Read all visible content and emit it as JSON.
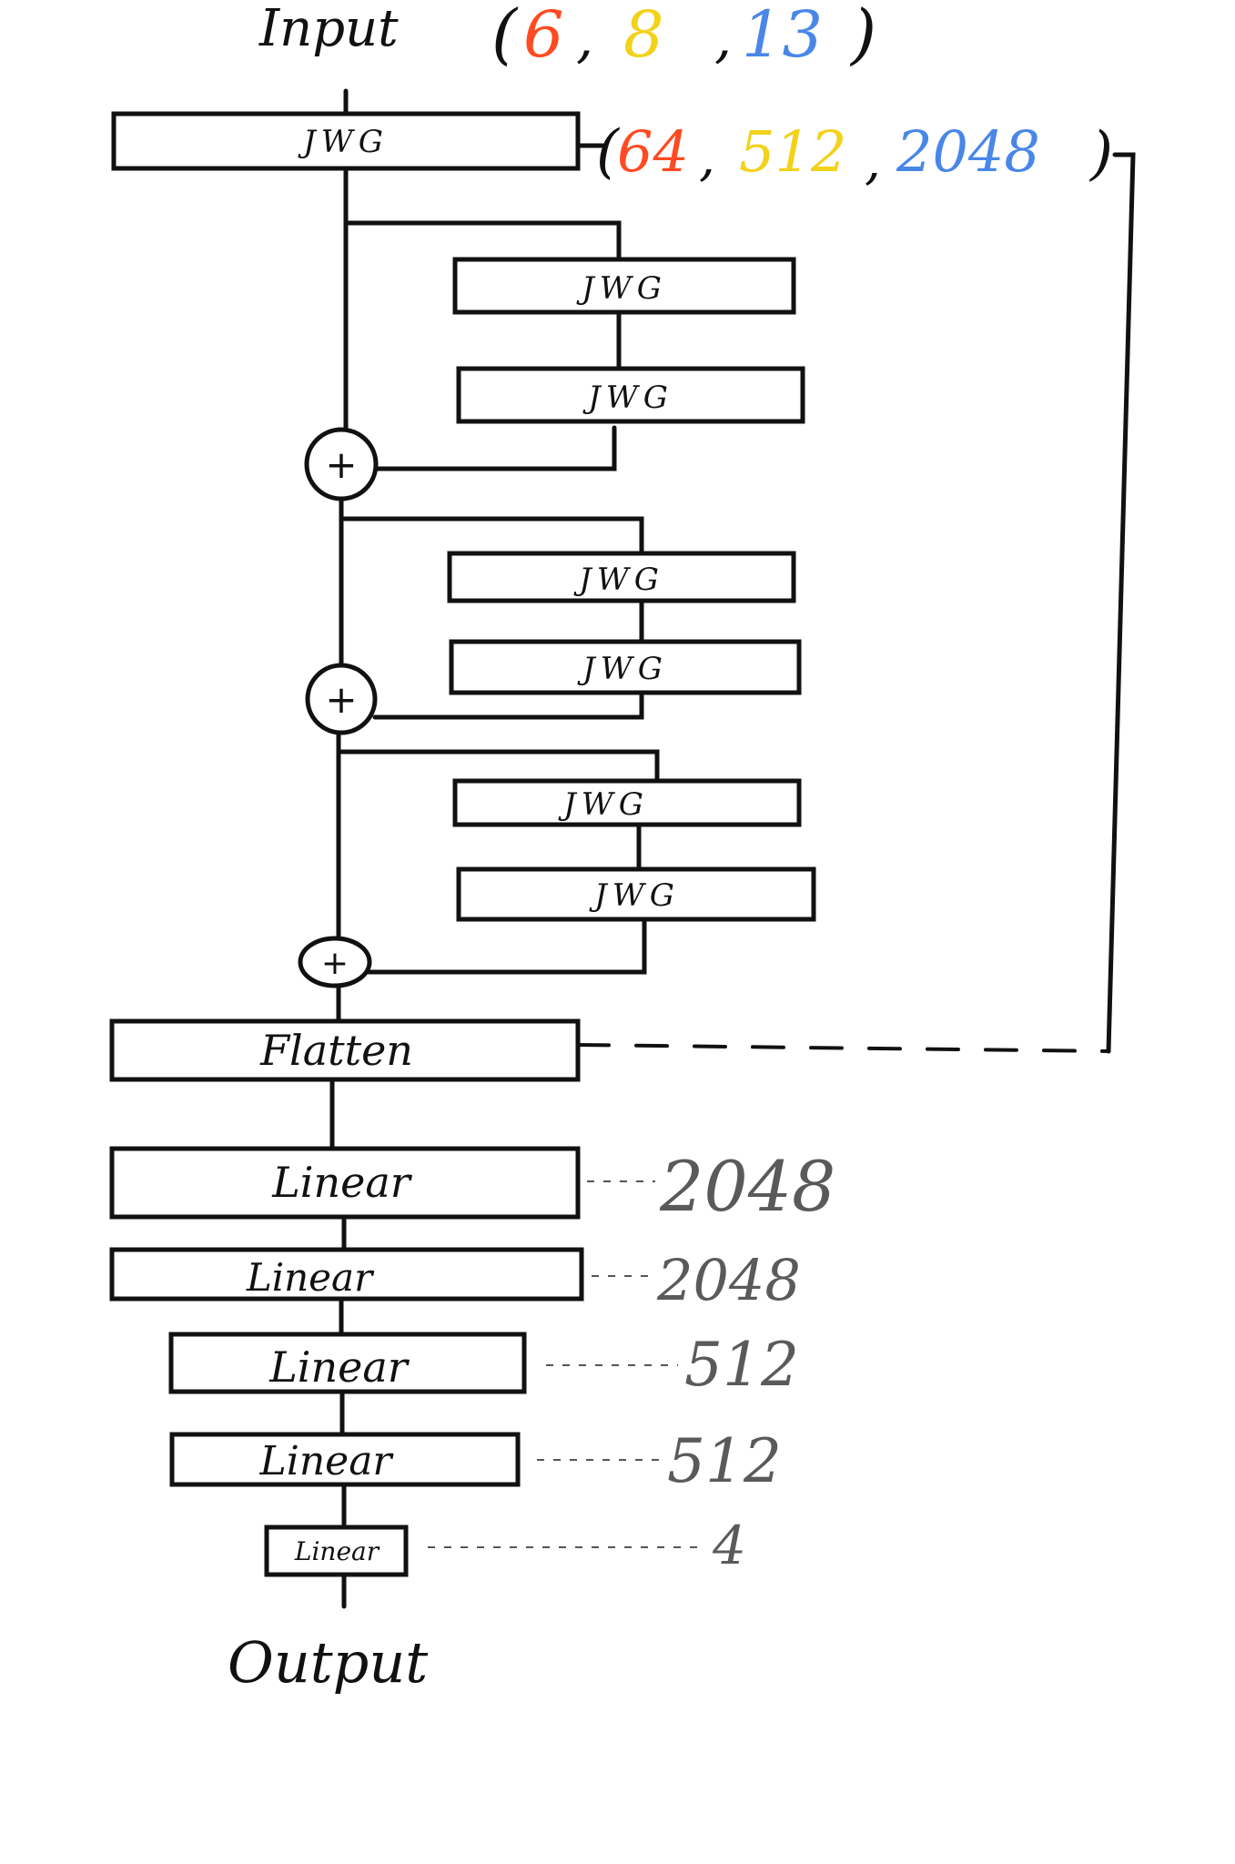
{
  "input": {
    "label": "Input",
    "open_paren": "(",
    "close_paren": ")",
    "comma": ",",
    "dims": [
      {
        "value": "6",
        "color": "#ff4a22"
      },
      {
        "value": "8",
        "color": "#f2d21b"
      },
      {
        "value": "13",
        "color": "#4a86e8"
      }
    ]
  },
  "jwg_output_shape": {
    "open_paren": "(",
    "close_paren": ")",
    "comma": ",",
    "dims": [
      {
        "value": "64",
        "color": "#ff4a22"
      },
      {
        "value": "512",
        "color": "#f2d21b"
      },
      {
        "value": "2048",
        "color": "#4a86e8"
      }
    ]
  },
  "blocks": {
    "jwg_top": "JWG",
    "residual_blocks": [
      {
        "jwg_a": "JWG",
        "jwg_b": "JWG",
        "plus": "+"
      },
      {
        "jwg_a": "JWG",
        "jwg_b": "JWG",
        "plus": "+"
      },
      {
        "jwg_a": "JWG",
        "jwg_b": "JWG",
        "plus": "+"
      }
    ],
    "flatten": "Flatten",
    "linear_layers": [
      {
        "label": "Linear",
        "size": "2048"
      },
      {
        "label": "Linear",
        "size": "2048"
      },
      {
        "label": "Linear",
        "size": "512"
      },
      {
        "label": "Linear",
        "size": "512"
      },
      {
        "label": "Linear",
        "size": "4"
      }
    ],
    "output": "Output"
  },
  "colors": {
    "stroke": "#111111",
    "size_text": "#5a5a5a"
  }
}
